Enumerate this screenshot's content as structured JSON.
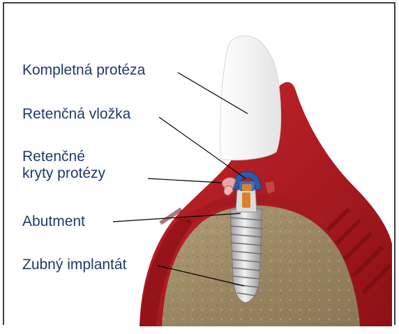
{
  "labels": {
    "kompletna_proteza": "Kompletná protéza",
    "retencna_vlozka": "Retenčná vložka",
    "retencne_kryty_line1": "Retenčné",
    "retencne_kryty_line2": "kryty protézy",
    "abutment": "Abutment",
    "zubny_implantat": "Zubný implantát"
  },
  "colors": {
    "label_text": "#1f3a6e",
    "frame": "#000000",
    "gum": "#b51d24",
    "gum_dark": "#7e0f14",
    "tooth": "#f6f6f6",
    "bone": "#a4906a",
    "implant": "#cfcfcf",
    "retention_cap": "#2e5aa8",
    "abutment_core": "#d9822b"
  },
  "icons": {
    "frame": "thin-black-frame",
    "illustration": "dental-implant-cross-section"
  }
}
